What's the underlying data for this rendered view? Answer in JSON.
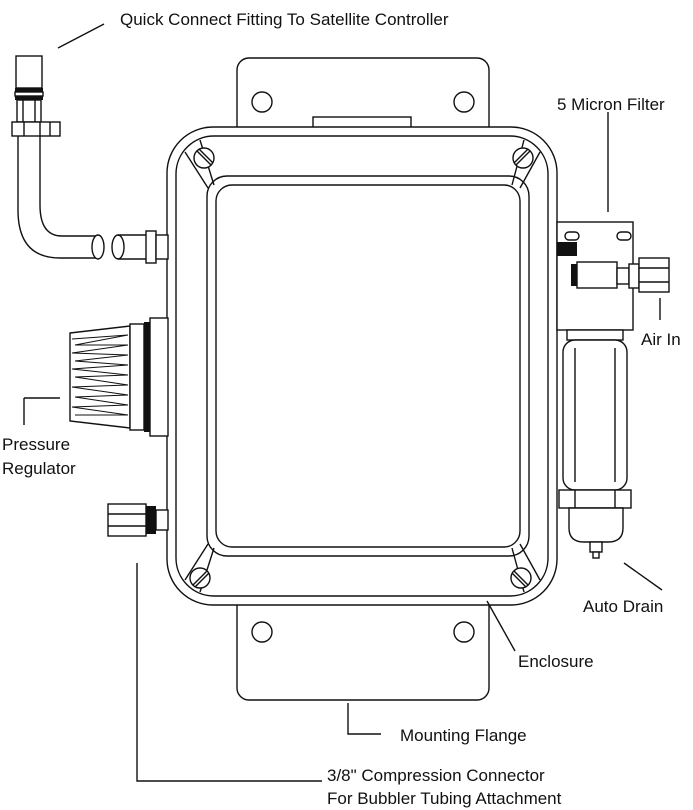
{
  "labels": {
    "quick_connect": "Quick Connect Fitting To Satellite Controller",
    "micron_filter": "5 Micron Filter",
    "air_in": "Air In",
    "pressure_regulator_line1": "Pressure",
    "pressure_regulator_line2": "Regulator",
    "auto_drain": "Auto Drain",
    "enclosure": "Enclosure",
    "mounting_flange": "Mounting Flange",
    "compression_connector_line1": "3/8\" Compression Connector",
    "compression_connector_line2": "For Bubbler Tubing Attachment"
  },
  "colors": {
    "line": "#111111",
    "fill": "#ffffff"
  }
}
